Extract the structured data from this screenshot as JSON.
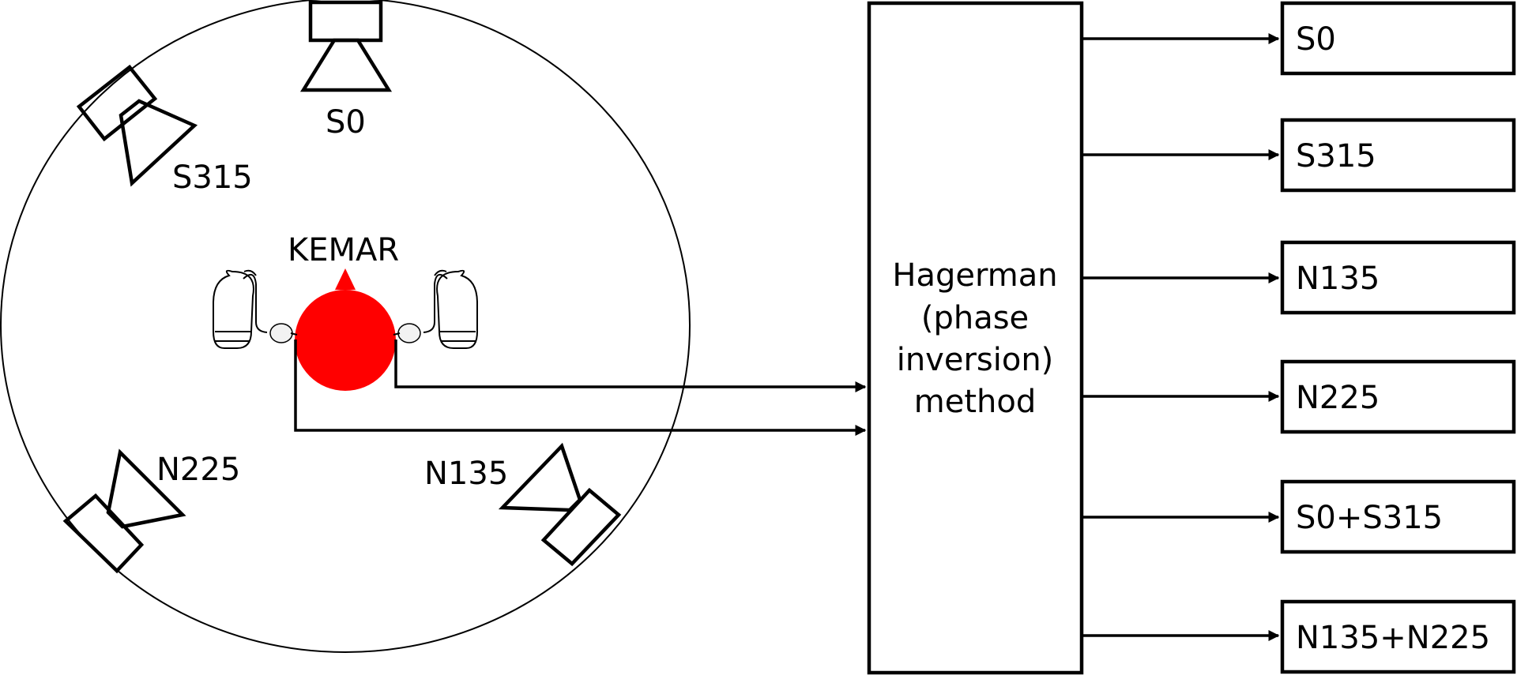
{
  "colors": {
    "head": "#ff0000",
    "stroke": "#000000",
    "background": "#ffffff"
  },
  "room": {
    "head_label": "KEMAR",
    "speakers": [
      {
        "id": "s0",
        "label": "S0"
      },
      {
        "id": "s315",
        "label": "S315"
      },
      {
        "id": "n225",
        "label": "N225"
      },
      {
        "id": "n135",
        "label": "N135"
      }
    ]
  },
  "method": {
    "lines": [
      "Hagerman",
      "(phase",
      "inversion)",
      "method"
    ]
  },
  "outputs": [
    {
      "label": "S0"
    },
    {
      "label": "S315"
    },
    {
      "label": "N135"
    },
    {
      "label": "N225"
    },
    {
      "label": "S0+S315"
    },
    {
      "label": "N135+N225"
    }
  ]
}
